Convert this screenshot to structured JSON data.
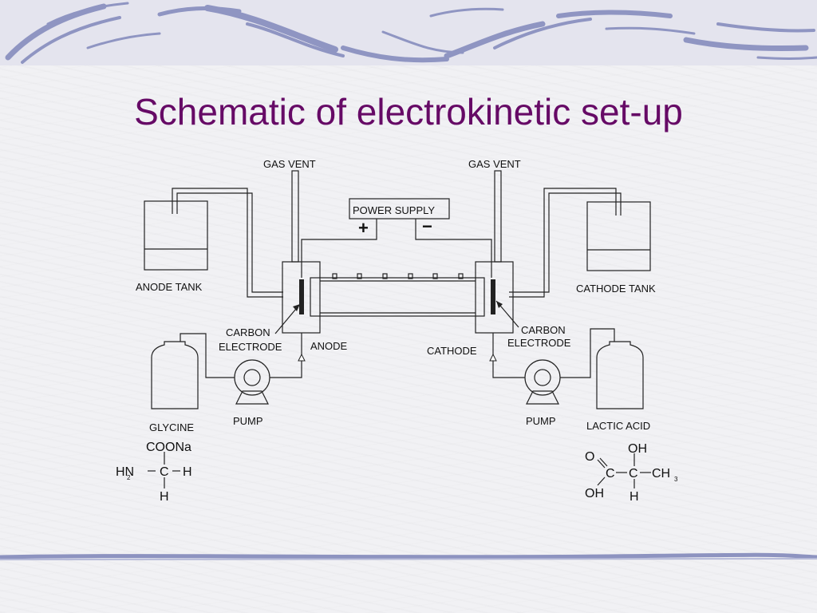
{
  "slide": {
    "title": "Schematic of electrokinetic set-up"
  },
  "diagram": {
    "labels": {
      "gas_vent_left": "GAS VENT",
      "gas_vent_right": "GAS VENT",
      "power_supply": "POWER SUPPLY",
      "plus": "+",
      "minus": "−",
      "anode_tank": "ANODE TANK",
      "cathode_tank": "CATHODE TANK",
      "carbon_left": "CARBON",
      "electrode_left": "ELECTRODE",
      "anode": "ANODE",
      "cathode": "CATHODE",
      "carbon_right": "CARBON",
      "electrode_right": "ELECTRODE",
      "pump_left": "PUMP",
      "pump_right": "PUMP",
      "glycine": "GLYCINE",
      "lactic_acid": "LACTIC ACID"
    },
    "glycine_formula": {
      "coona": "COONa",
      "hn": "HN",
      "hn_sub": "2",
      "carbon": "C",
      "h_right": "H",
      "h_bottom": "H"
    },
    "lactic_formula": {
      "o": "O",
      "oh_top": "OH",
      "c1": "C",
      "c2": "C",
      "ch": "CH",
      "ch_sub": "3",
      "oh_bottom": "OH",
      "h_bottom": "H"
    }
  },
  "colors": {
    "title": "#660a66",
    "banner": "#e4e4ee",
    "accent_lines": "#8d93c0"
  }
}
